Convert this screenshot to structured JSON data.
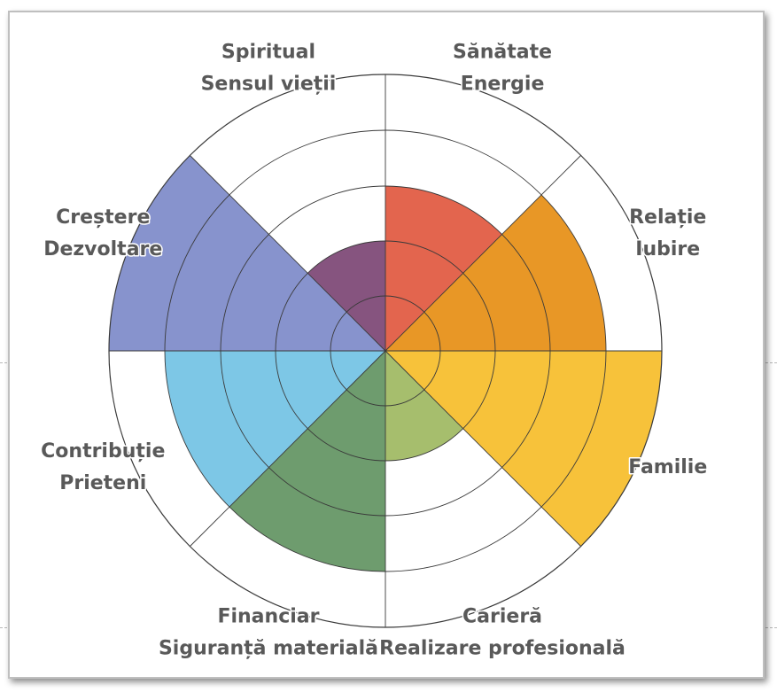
{
  "chart_data": {
    "type": "polar-area",
    "title": "",
    "max_value": 5,
    "grid_rings": [
      1,
      2,
      3,
      4,
      5
    ],
    "start_angle_deg": 0,
    "direction": "clockwise",
    "segments": [
      {
        "lines": [
          "Sănătate",
          "Energie"
        ],
        "value": 3,
        "color": "#E3654E"
      },
      {
        "lines": [
          "Relație",
          "Iubire"
        ],
        "value": 4,
        "color": "#E89726"
      },
      {
        "lines": [
          "Familie"
        ],
        "value": 5,
        "color": "#F7C23A"
      },
      {
        "lines": [
          "Carieră",
          "Realizare profesională"
        ],
        "value": 2,
        "color": "#A6BE6D"
      },
      {
        "lines": [
          "Financiar",
          "Siguranță materială"
        ],
        "value": 4,
        "color": "#6E9C6E"
      },
      {
        "lines": [
          "Contribuție",
          "Prieteni"
        ],
        "value": 4,
        "color": "#7DC7E6"
      },
      {
        "lines": [
          "Creștere",
          "Dezvoltare"
        ],
        "value": 5,
        "color": "#8793CD"
      },
      {
        "lines": [
          "Spiritual",
          "Sensul vieții"
        ],
        "value": 2,
        "color": "#86547F"
      }
    ],
    "grid_color": "#3a3a3a"
  }
}
